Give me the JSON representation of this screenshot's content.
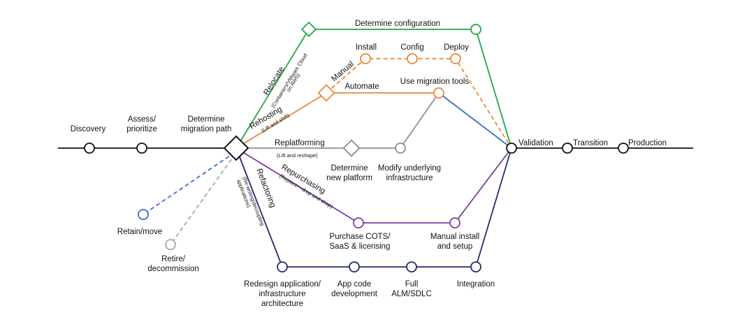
{
  "colors": {
    "main": "#111111",
    "relocate": "#1fa845",
    "rehost": "#e8893a",
    "replatform": "#8e8e8e",
    "repurchase": "#7a3fa0",
    "refactor": "#1f2d6b",
    "retain": "#3a6fc9",
    "retire": "#a8a8a8",
    "tools_to_validation": "#3a6fc9"
  },
  "main_path": {
    "discovery": "Discovery",
    "assess_1": "Assess/",
    "assess_2": "prioritize",
    "determine_1": "Determine",
    "determine_2": "migration path",
    "validation": "Validation",
    "transition": "Transition",
    "production": "Production"
  },
  "relocate": {
    "label": "Relocate",
    "sub_1": "(Containers/VMware Cloud",
    "sub_2": "on AWS)",
    "config": "Determine configuration"
  },
  "rehost": {
    "label": "Rehosting",
    "sub": "(Lift and shift)",
    "manual": "Manual",
    "automate": "Automate",
    "install": "Install",
    "config": "Config",
    "deploy": "Deploy",
    "tools": "Use migration tools"
  },
  "replatform": {
    "label": "Replatforming",
    "sub": "(Lift and reshape)",
    "determine_1": "Determine",
    "determine_2": "new platform",
    "modify_1": "Modify underlying",
    "modify_2": "infrastructure"
  },
  "repurchase": {
    "label": "Repurchasing",
    "sub": "(Replace—drop and shop)",
    "cots_1": "Purchase COTS/",
    "cots_2": "SaaS & licensing",
    "manual_1": "Manual install",
    "manual_2": "and setup"
  },
  "refactor": {
    "label": "Refactoring",
    "sub_1": "(Re-writing/decoupling",
    "sub_2": "applications)",
    "redesign_1": "Redesign application/",
    "redesign_2": "infrastructure",
    "redesign_3": "architecture",
    "appcode_1": "App code",
    "appcode_2": "development",
    "alm_1": "Full",
    "alm_2": "ALM/SDLC",
    "integration": "Integration"
  },
  "retain": {
    "label": "Retain/move"
  },
  "retire": {
    "label_1": "Retire/",
    "label_2": "decommission"
  }
}
